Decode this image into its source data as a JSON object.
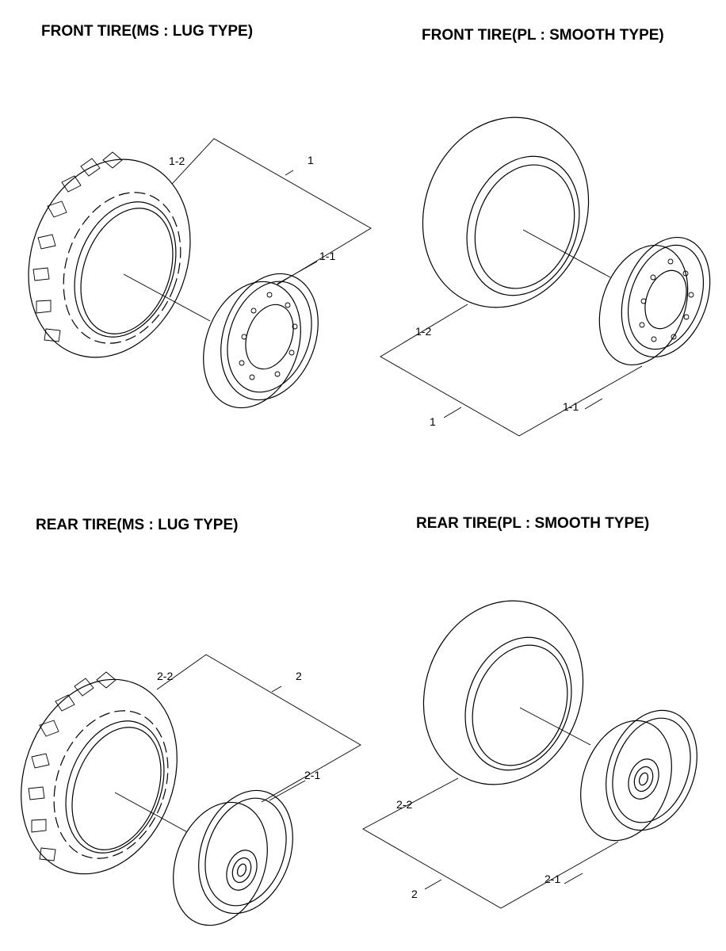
{
  "panels": {
    "front_lug": {
      "title": "FRONT TIRE(MS : LUG TYPE)",
      "assembly": "1",
      "rim": "1-1",
      "tire": "1-2"
    },
    "front_smooth": {
      "title": "FRONT TIRE(PL : SMOOTH TYPE)",
      "assembly": "1",
      "rim": "1-1",
      "tire": "1-2"
    },
    "rear_lug": {
      "title": "REAR TIRE(MS : LUG TYPE)",
      "assembly": "2",
      "rim": "2-1",
      "tire": "2-2"
    },
    "rear_smooth": {
      "title": "REAR TIRE(PL : SMOOTH TYPE)",
      "assembly": "2",
      "rim": "2-1",
      "tire": "2-2"
    }
  },
  "colors": {
    "line": "#000000",
    "background": "#ffffff"
  }
}
